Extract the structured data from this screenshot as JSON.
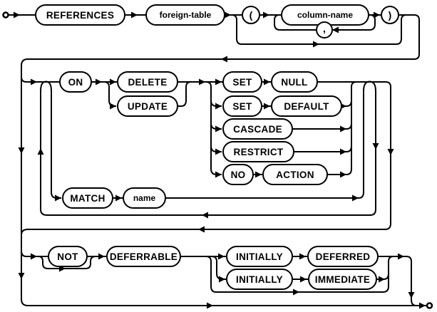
{
  "nodes": {
    "references": "REFERENCES",
    "foreign_table": "foreign-table",
    "open_paren": "(",
    "column_name": "column-name",
    "comma": ",",
    "close_paren": ")",
    "on_kw": "ON",
    "delete_kw": "DELETE",
    "update_kw": "UPDATE",
    "set_kw_1": "SET",
    "null_kw": "NULL",
    "set_kw_2": "SET",
    "default_kw": "DEFAULT",
    "cascade_kw": "CASCADE",
    "restrict_kw": "RESTRICT",
    "no_kw": "NO",
    "action_kw": "ACTION",
    "match_kw": "MATCH",
    "name_var": "name",
    "not_kw": "NOT",
    "deferrable_kw": "DEFERRABLE",
    "initially_kw_1": "INITIALLY",
    "deferred_kw": "DEFERRED",
    "initially_kw_2": "INITIALLY",
    "immediate_kw": "IMMEDIATE"
  },
  "colors": {
    "line": "#000000",
    "background": "#ffffff",
    "node_fill": "#ffffff"
  }
}
